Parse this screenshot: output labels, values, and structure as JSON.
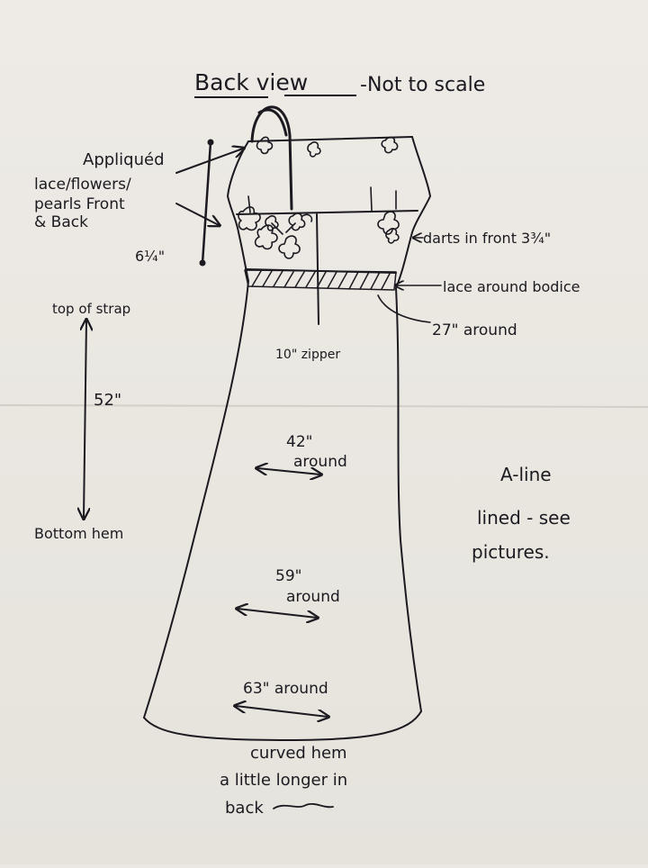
{
  "title": {
    "main": "Back view",
    "rest": "-Not to scale"
  },
  "labels": {
    "applique": [
      "Appliquéd",
      "lace/flowers/",
      "pearls Front",
      "& Back"
    ],
    "strap_drop": "6¼\"",
    "darts": "darts in front 3¾\"",
    "lace_bodice": "lace around bodice",
    "waist": "27\" around",
    "zipper": "10\" zipper",
    "top_of_strap": "top of strap",
    "length": "52\"",
    "bottom_hem": "Bottom hem",
    "around_42": [
      "42\"",
      "around"
    ],
    "around_59": [
      "59\"",
      "around"
    ],
    "around_63": "63\" around",
    "style_note": [
      "A-line",
      "lined - see",
      "pictures."
    ],
    "hem_note": [
      "curved hem",
      "a little longer in",
      "back"
    ]
  },
  "colors": {
    "ink": "#1c1a20",
    "paper": "#ebe8e3",
    "fold_line": "#d3cfc8"
  }
}
